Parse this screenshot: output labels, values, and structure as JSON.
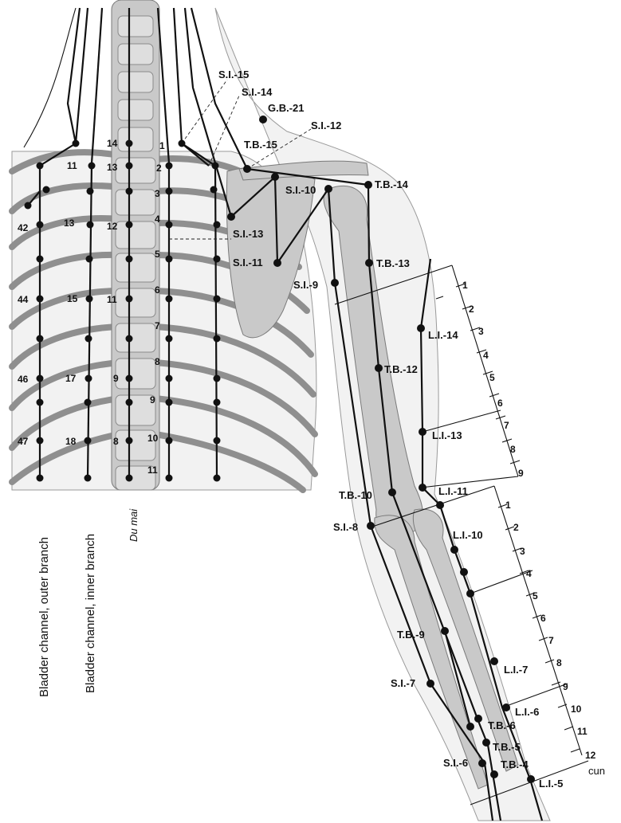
{
  "points": {
    "si15": "S.I.-15",
    "si14": "S.I.-14",
    "gb21": "G.B.-21",
    "si12": "S.I.-12",
    "tb15": "T.B.-15",
    "tb14": "T.B.-14",
    "si10": "S.I.-10",
    "si13": "S.I.-13",
    "si11": "S.I.-11",
    "si9": "S.I.-9",
    "tb13": "T.B.-13",
    "li14": "L.I.-14",
    "tb12": "T.B.-12",
    "li13": "L.I.-13",
    "li11": "L.I.-11",
    "tb10": "T.B.-10",
    "si8": "S.I.-8",
    "li10": "L.I.-10",
    "tb9": "T.B.-9",
    "li7": "L.I.-7",
    "si7": "S.I.-7",
    "li6": "L.I.-6",
    "tb6": "T.B.-6",
    "tb5": "T.B.-5",
    "si6": "S.I.-6",
    "tb4": "T.B.-4",
    "li5": "L.I.-5"
  },
  "vertebrae": [
    "1",
    "2",
    "3",
    "4",
    "5",
    "6",
    "7",
    "8",
    "9",
    "10",
    "11"
  ],
  "du_numbers": [
    "14",
    "13",
    "12",
    "11",
    "9",
    "8"
  ],
  "inner_numbers": [
    "11",
    "13",
    "15",
    "17",
    "18"
  ],
  "outer_numbers": [
    "42",
    "44",
    "46",
    "47"
  ],
  "upper_scale": [
    "1",
    "2",
    "3",
    "4",
    "5",
    "6",
    "7",
    "8",
    "9"
  ],
  "lower_scale": [
    "1",
    "2",
    "3",
    "4",
    "5",
    "6",
    "7",
    "8",
    "9",
    "10",
    "11",
    "12"
  ],
  "scale_unit": "cun",
  "channel_labels": {
    "outer": "Bladder channel, outer branch",
    "inner": "Bladder channel, inner branch",
    "du": "Du mai"
  }
}
